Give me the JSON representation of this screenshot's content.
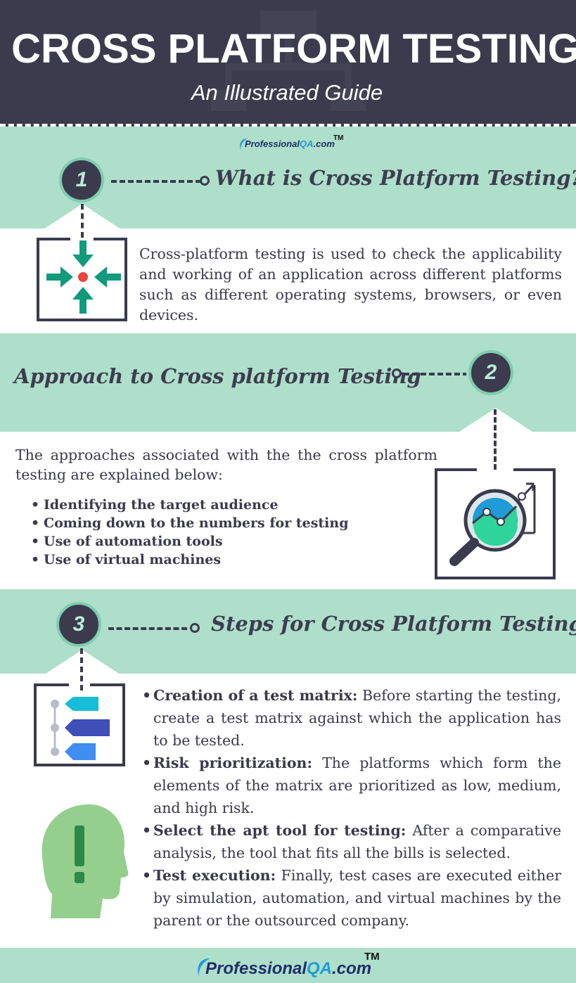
{
  "header": {
    "title": "CROSS PLATFORM TESTING",
    "subtitle": "An Illustrated Guide"
  },
  "logo": {
    "brand": "Professional",
    "qa": "QA",
    "domain": ".com",
    "tm": "TM"
  },
  "section1": {
    "number": "1",
    "heading": "What is Cross Platform Testing?",
    "body": "Cross-platform testing is used to check the applicability and working of an application across different platforms such as different operating systems, browsers, or even devices."
  },
  "section2": {
    "number": "2",
    "heading": "Approach to Cross platform Testing",
    "intro": "The approaches associated with the the cross platform testing are explained below:",
    "bullets": [
      "Identifying the target audience",
      "Coming down to the numbers for testing",
      "Use of automation tools",
      "Use of virtual machines"
    ]
  },
  "section3": {
    "number": "3",
    "heading": "Steps for Cross Platform Testing",
    "steps": [
      {
        "lead": "Creation of a test matrix:",
        "text": " Before starting the testing, create a test matrix against which the application has to be tested."
      },
      {
        "lead": "Risk prioritization:",
        "text": " The platforms which form the elements of the matrix are prioritized as low, medium, and high risk."
      },
      {
        "lead": "Select the apt tool for testing:",
        "text": " After a comparative analysis, the tool that fits all the bills is selected."
      },
      {
        "lead": "Test execution:",
        "text": " Finally, test cases are executed either by simulation, automation, and virtual machines by the parent or the outsourced company."
      }
    ]
  },
  "colors": {
    "header_bg": "#3b3b4d",
    "band_bg": "#aedfca",
    "accent_teal": "#119a7c",
    "accent_red": "#e8473c",
    "brand_blue": "#1f9bd7",
    "head_green": "#94cf8e"
  },
  "icons": [
    "target-arrows-icon",
    "magnifier-chart-icon",
    "list-steps-icon",
    "head-exclamation-icon"
  ]
}
